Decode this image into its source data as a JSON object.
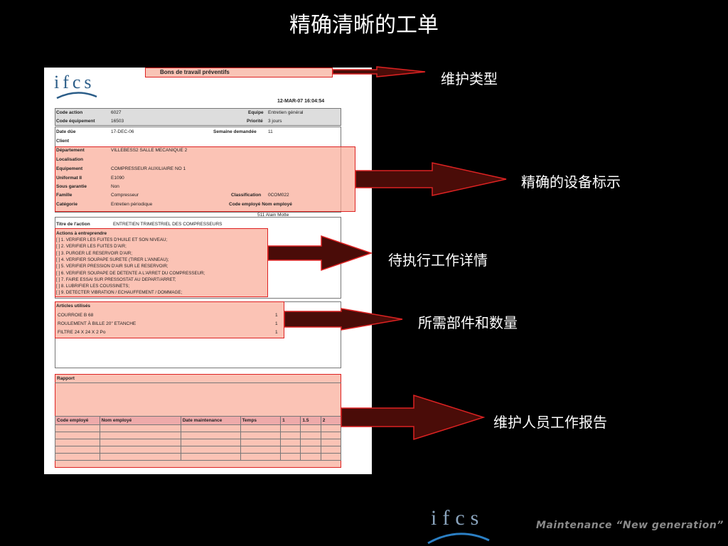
{
  "slide": {
    "title": "精确清晰的工单",
    "callouts": {
      "type": "维护类型",
      "equipment": "精确的设备标示",
      "work": "待执行工作详情",
      "parts": "所需部件和数量",
      "report": "维护人员工作报告"
    },
    "footer": {
      "logo": "ifcs",
      "tagline": "Maintenance “New generation”"
    },
    "colors": {
      "background": "#000000",
      "highlight": "#f9b4a2",
      "highlight_border": "#dd2222",
      "arrow_fill": "#4a0c08"
    }
  },
  "document": {
    "logo": "ifcs",
    "header_title": "Bons de travail préventifs",
    "timestamp": "12-MAR-07 16:04:54",
    "code_action_label": "Code action",
    "code_action": "6027",
    "equipe_label": "Equipe",
    "equipe": "Entretien général",
    "code_equipement_label": "Code équipement",
    "code_equipement": "16503",
    "priorite_label": "Priorité",
    "priorite": "3 jours",
    "date_due_label": "Date dûe",
    "date_due": "17-DEC-06",
    "semaine_label": "Semaine demandée",
    "semaine": "11",
    "client_label": "Client",
    "departement_label": "Département",
    "departement": "VILLEBESS2 SALLE MECANIQUE 2",
    "localisation_label": "Localisation",
    "equipement_label": "Equipement",
    "equipement": "COMPRESSEUR AUXILIAIRE NO 1",
    "uniformat_label": "Uniformat II",
    "uniformat": "E1090",
    "garantie_label": "Sous garantie",
    "garantie": "Non",
    "famille_label": "Famille",
    "famille": "Compresseur",
    "classification_label": "Classification",
    "classification": "0COM022",
    "categorie_label": "Catégorie",
    "categorie": "Entretien périodique",
    "code_employe_label": "Code employé Nom employé",
    "employe": "511 Alain Motte",
    "titre_label": "Titre de l'action",
    "titre": "ENTRETIEN TRIMESTRIEL DES COMPRESSEURS",
    "actions_label": "Actions à entreprendre",
    "actions": [
      "[ ] 1. VERIFIER LES FUITES D'HUILE ET SON NIVEAU;",
      "[ ] 2. VERIFIER LES FUITES D'AIR;",
      "[ ] 3. PURGER LE RESERVOIR D'AIR;",
      "[ ] 4. VERIFIER SOUPAPE SURETE (TIRER L'ANNEAU);",
      "[ ] 5. VERIFIER PRESSION D'AIR SUR LE RESERVOIR;",
      "[ ] 6. VERIFIER SOUPAPE DE DETENTE A L'ARRET DU COMPRESSEUR;",
      "[ ] 7. FAIRE ESSAI SUR PRESSOSTAT AU DEPART/ARRET;",
      "[ ] 8. LUBRIFIER LES COUSSINETS;",
      "[ ] 9. DETECTER VIBRATION / ECHAUFFEMENT / DOMMAGE;"
    ],
    "articles_label": "Articles utilisés",
    "articles": [
      {
        "name": "COURROIE B 68",
        "qty": "1"
      },
      {
        "name": "ROULEMENT À BILLE 20'' ETANCHE",
        "qty": "1"
      },
      {
        "name": "FILTRE 24 X 24 X 2 Po",
        "qty": "1"
      }
    ],
    "rapport_label": "Rapport",
    "table_headers": [
      "Code employé",
      "Nom employé",
      "Date maintenance",
      "Temps",
      "1",
      "1.5",
      "2"
    ]
  }
}
